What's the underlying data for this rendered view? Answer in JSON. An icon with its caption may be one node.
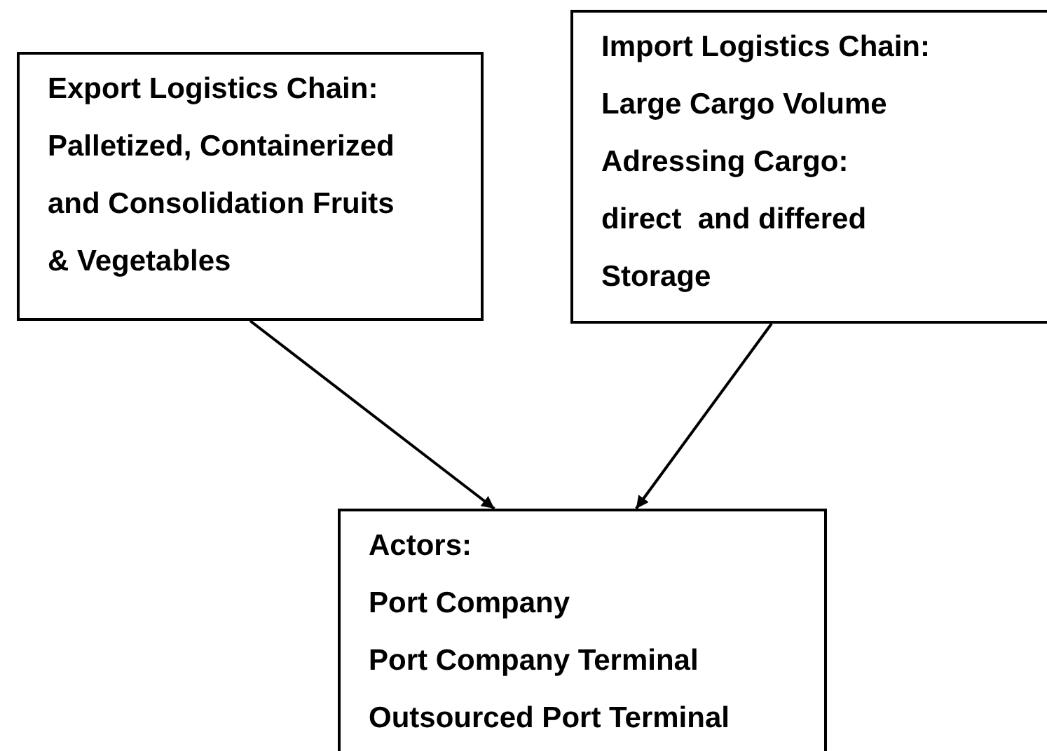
{
  "diagram": {
    "nodes": [
      {
        "text": [
          "Export Logistics Chain:",
          "Palletized, Containerized",
          "and Consolidation Fruits",
          "& Vegetables"
        ]
      },
      {
        "text": [
          "Import Logistics Chain:",
          "Large Cargo Volume",
          "Adressing Cargo:",
          "direct  and differed",
          "Storage"
        ]
      },
      {
        "text": [
          "Actors:",
          "Port Company",
          "Port Company Terminal",
          "Outsourced Port Terminal"
        ]
      }
    ],
    "edges": [
      {
        "from": 0,
        "to": 2,
        "arrow": "to"
      },
      {
        "from": 1,
        "to": 2,
        "arrow": "to"
      }
    ]
  }
}
